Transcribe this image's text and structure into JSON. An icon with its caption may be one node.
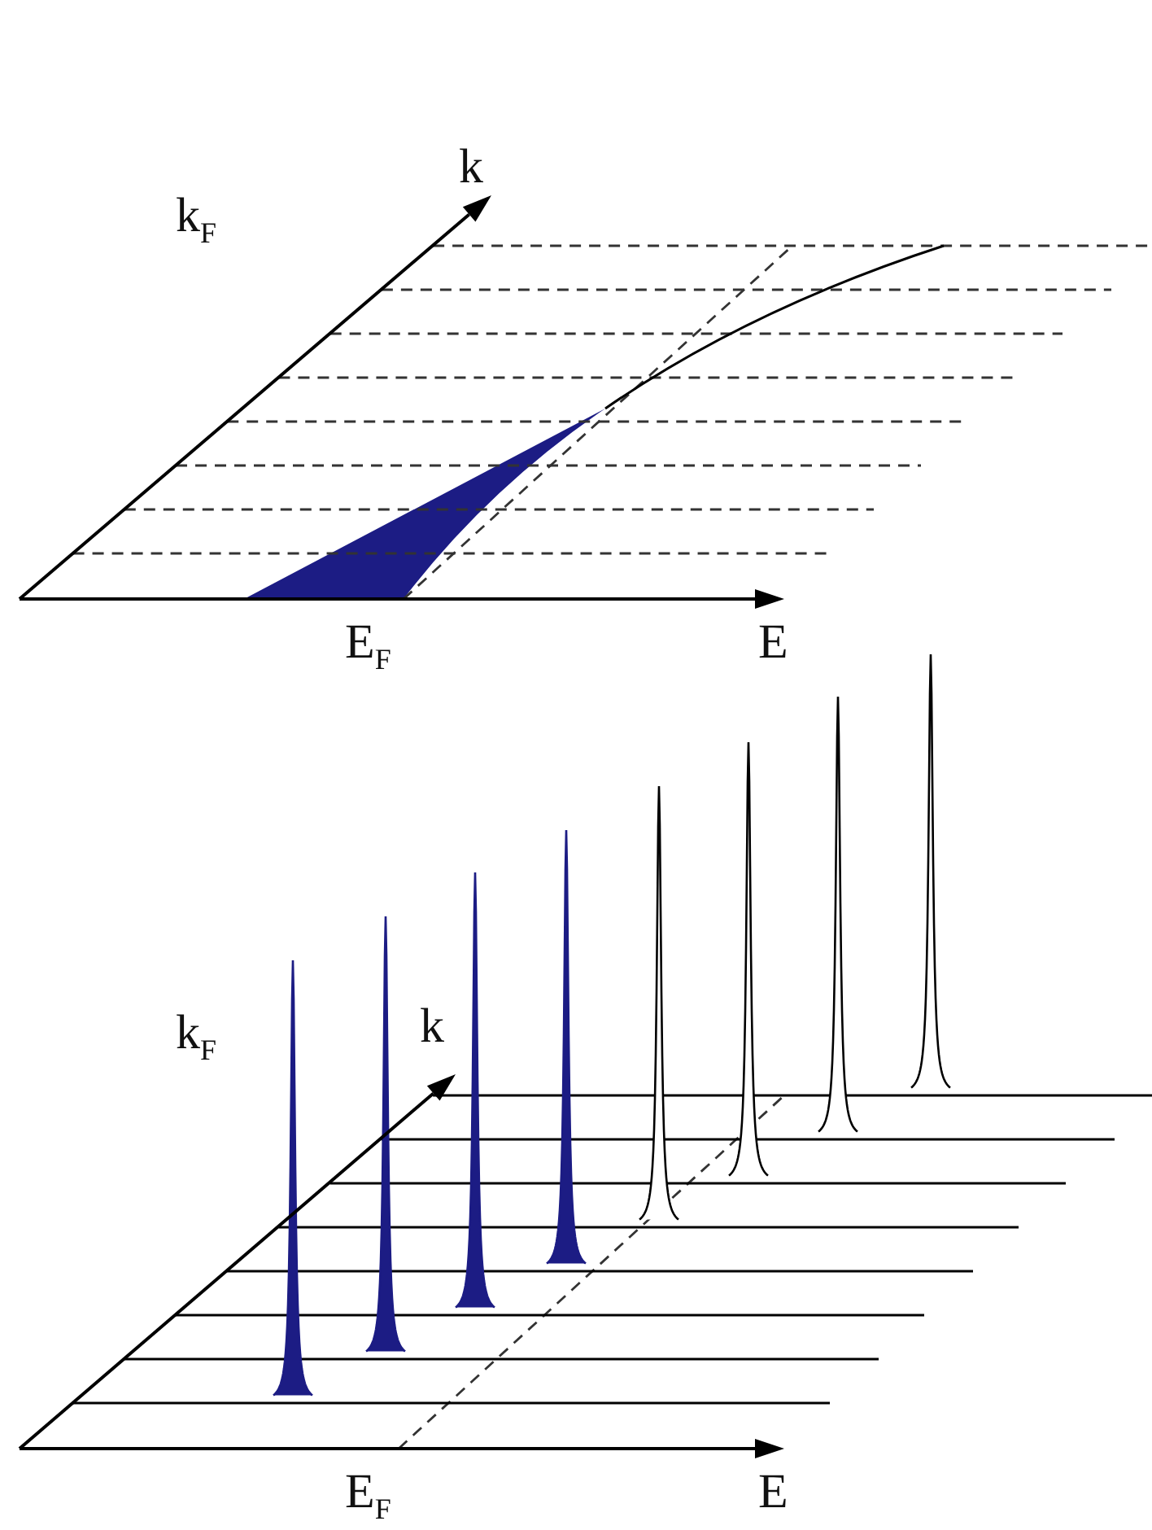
{
  "diagram": {
    "labels": [
      "k$_{F}$",
      "k",
      "E$_{F}$",
      "E",
      "k$_{F}$",
      "k",
      "E$_{F}$",
      "E"
    ]
  }
}
